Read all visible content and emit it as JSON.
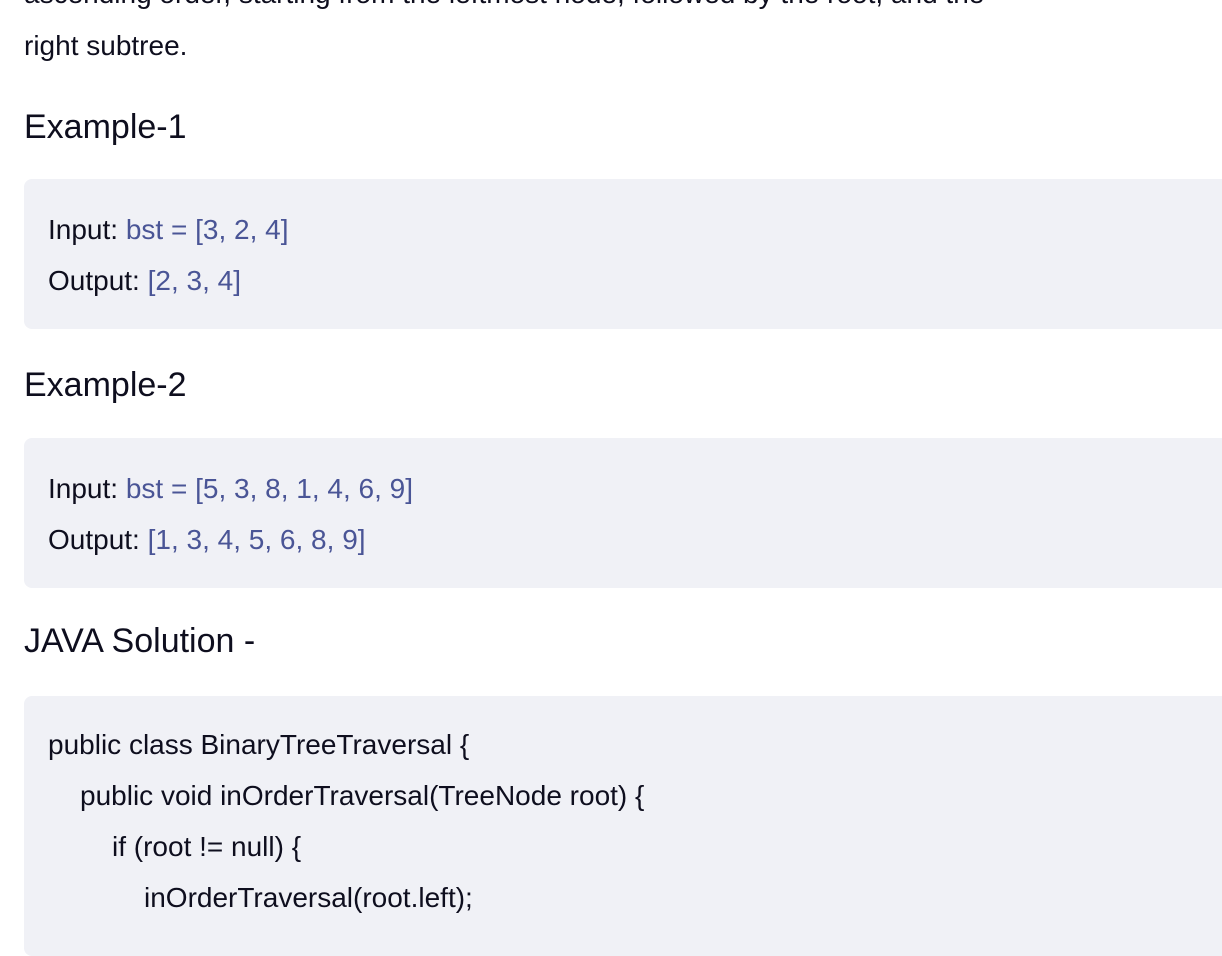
{
  "paragraph": {
    "line1": "ascending order, starting from the leftmost node, followed by the root, and the",
    "line2": "right subtree."
  },
  "examples": [
    {
      "heading": "Example-1",
      "input_label": "Input:",
      "input_value": "bst = [3, 2, 4]",
      "output_label": "Output:",
      "output_value": "[2, 3, 4]"
    },
    {
      "heading": "Example-2",
      "input_label": "Input:",
      "input_value": "bst = [5, 3, 8, 1, 4, 6, 9]",
      "output_label": "Output:",
      "output_value": "[1, 3, 4, 5, 6, 8, 9]"
    }
  ],
  "solution": {
    "heading": "JAVA Solution -",
    "code_lines": [
      "public class BinaryTreeTraversal {",
      "public void inOrderTraversal(TreeNode root) {",
      "if (root != null) {",
      "inOrderTraversal(root.left);"
    ]
  }
}
